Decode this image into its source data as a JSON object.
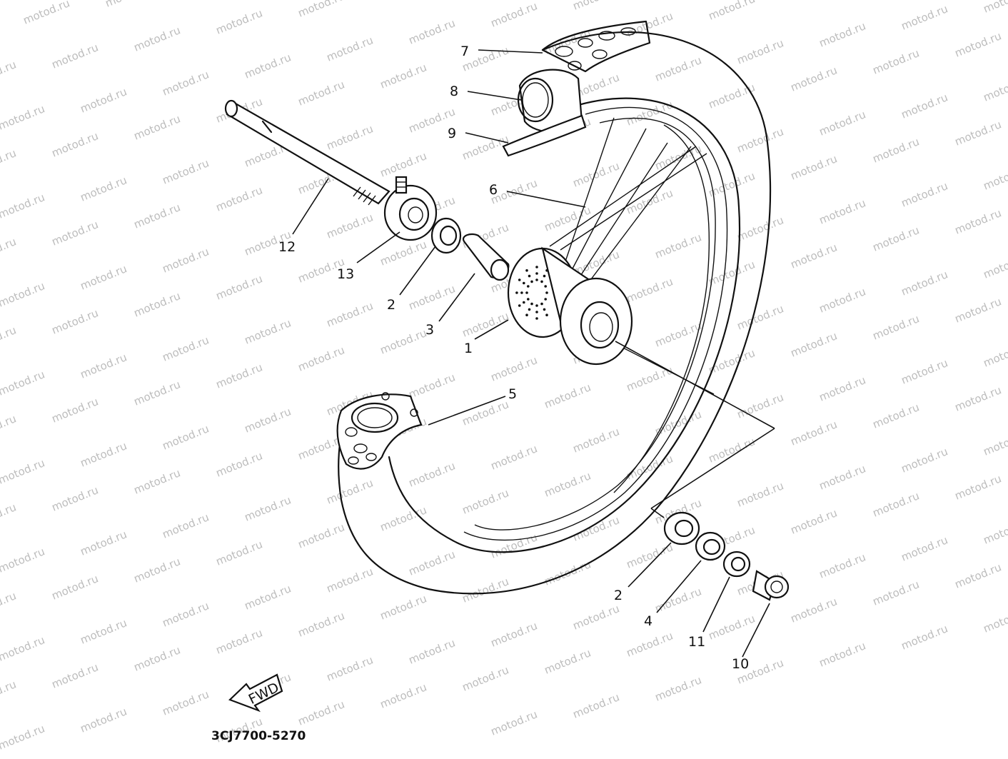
{
  "watermark": {
    "text": "motod.ru"
  },
  "diagram": {
    "code": "3CJ7700-5270",
    "fwd_label": "FWD",
    "callouts": [
      {
        "id": "c7",
        "text": "7"
      },
      {
        "id": "c8",
        "text": "8"
      },
      {
        "id": "c9",
        "text": "9"
      },
      {
        "id": "c6",
        "text": "6"
      },
      {
        "id": "c12",
        "text": "12"
      },
      {
        "id": "c13",
        "text": "13"
      },
      {
        "id": "c2a",
        "text": "2"
      },
      {
        "id": "c3",
        "text": "3"
      },
      {
        "id": "c1",
        "text": "1"
      },
      {
        "id": "c5",
        "text": "5"
      },
      {
        "id": "c2b",
        "text": "2"
      },
      {
        "id": "c4",
        "text": "4"
      },
      {
        "id": "c11",
        "text": "11"
      },
      {
        "id": "c10",
        "text": "10"
      }
    ]
  }
}
